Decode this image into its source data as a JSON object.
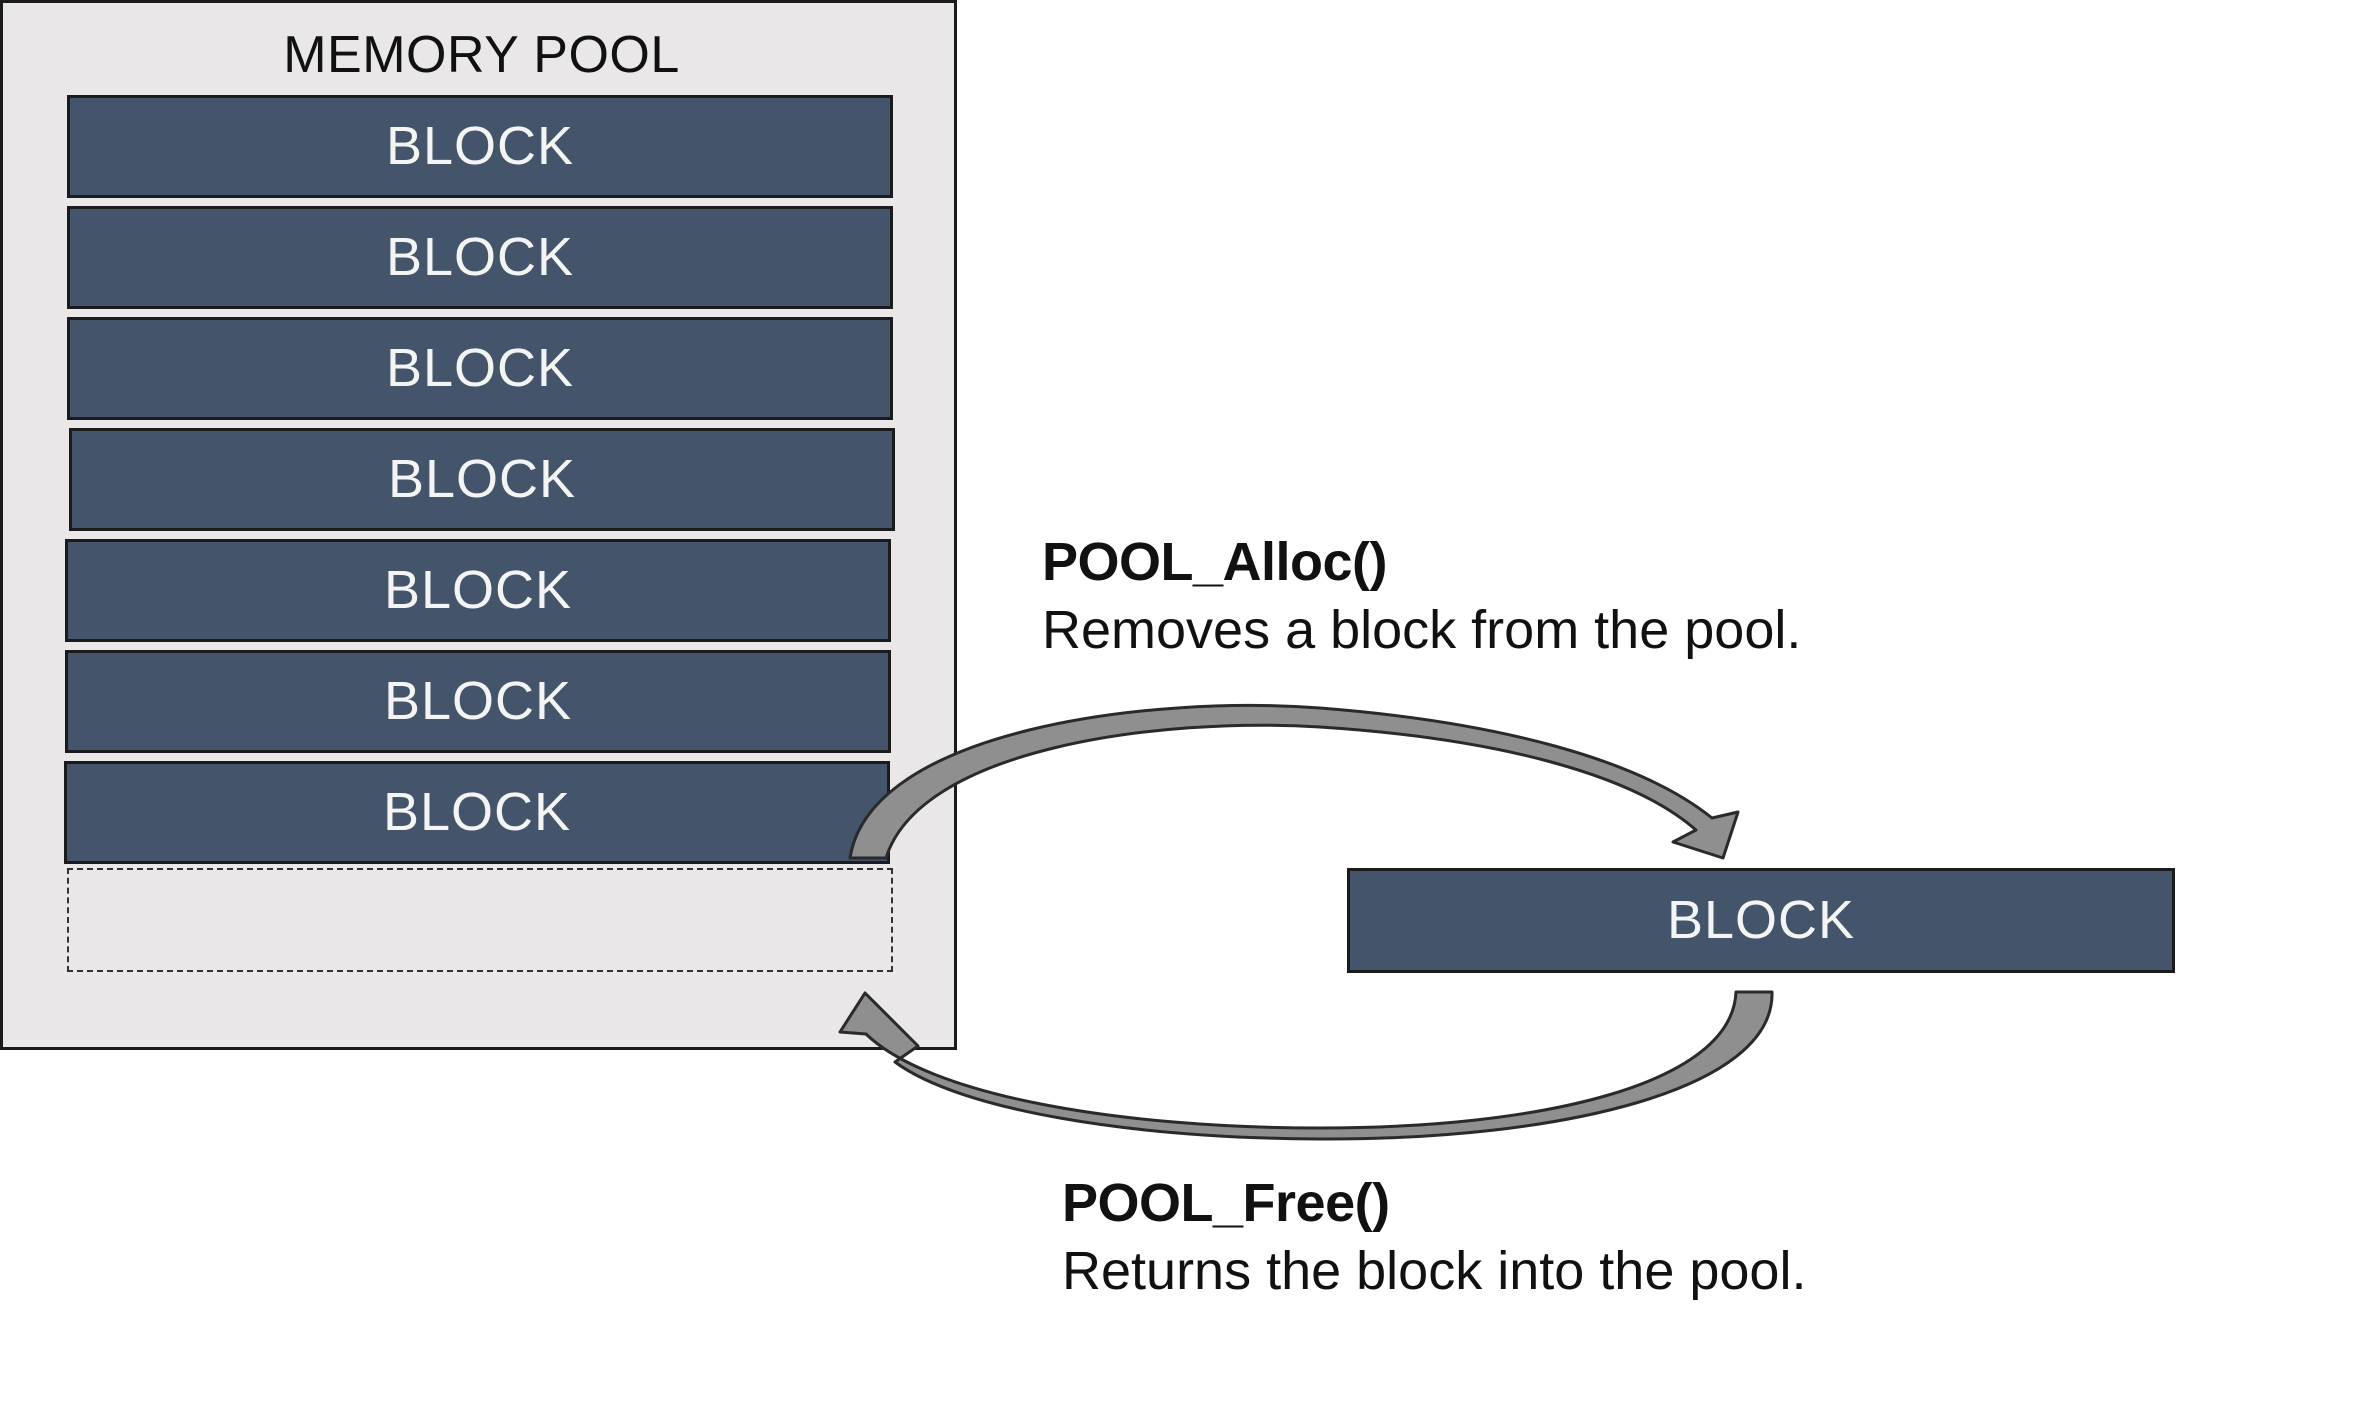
{
  "pool": {
    "title": "MEMORY POOL",
    "blocks": [
      "BLOCK",
      "BLOCK",
      "BLOCK",
      "BLOCK",
      "BLOCK",
      "BLOCK",
      "BLOCK"
    ]
  },
  "allocated_block": {
    "label": "BLOCK"
  },
  "alloc": {
    "function": "POOL_Alloc()",
    "description": "Removes a block from the pool."
  },
  "free": {
    "function": "POOL_Free()",
    "description": "Returns the block into the pool."
  },
  "colors": {
    "block_fill": "#44546a",
    "pool_fill": "#e9e7e8",
    "arrow_fill": "#8f8f8f"
  }
}
